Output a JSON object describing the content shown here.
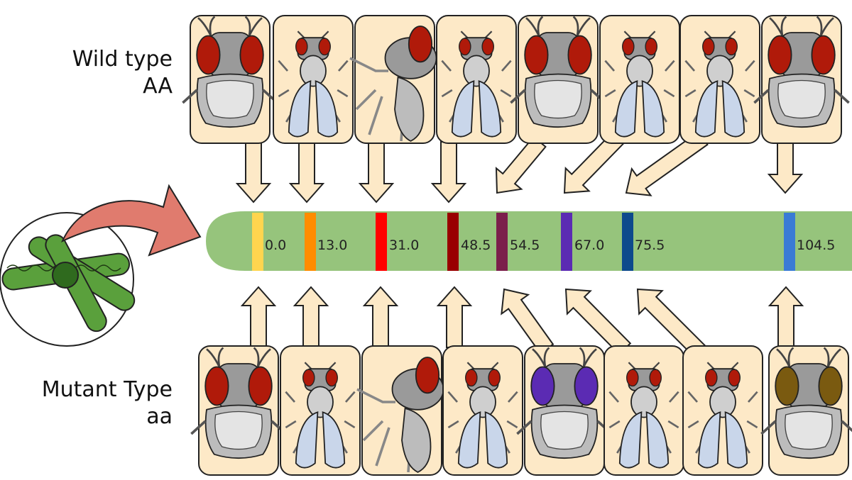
{
  "labels": {
    "wild_line1": "Wild type",
    "wild_line2": "AA",
    "mutant_line1": "Mutant Type",
    "mutant_line2": "aa"
  },
  "colors": {
    "panel_fill": "#fde9c7",
    "arrow_fill": "#fde9c7",
    "chromosome": "#96c47c",
    "curved_arrow": "#e07b6e"
  },
  "markers": [
    {
      "position": "0.0",
      "color": "#ffd54f"
    },
    {
      "position": "13.0",
      "color": "#ff8c00"
    },
    {
      "position": "31.0",
      "color": "#ff0000"
    },
    {
      "position": "48.5",
      "color": "#990000"
    },
    {
      "position": "54.5",
      "color": "#7b1f4b"
    },
    {
      "position": "67.0",
      "color": "#5b2bb3"
    },
    {
      "position": "75.5",
      "color": "#0d4a8c"
    },
    {
      "position": "104.5",
      "color": "#3a7bd5"
    }
  ],
  "wild_panels": [
    {
      "icon": "fly-head-aristae-icon"
    },
    {
      "icon": "fly-body-icon"
    },
    {
      "icon": "fly-side-legs-icon"
    },
    {
      "icon": "fly-wings-icon"
    },
    {
      "icon": "fly-head-icon"
    },
    {
      "icon": "fly-body-icon"
    },
    {
      "icon": "fly-body-icon"
    },
    {
      "icon": "fly-head-icon"
    }
  ],
  "mutant_panels": [
    {
      "icon": "fly-head-aristae-icon",
      "eye": "#b01a0a"
    },
    {
      "icon": "fly-curly-wings-icon",
      "eye": "#b01a0a"
    },
    {
      "icon": "fly-side-legs-icon",
      "eye": "#b01a0a"
    },
    {
      "icon": "fly-dark-body-icon",
      "eye": "#b01a0a"
    },
    {
      "icon": "fly-purple-eye-icon",
      "eye": "#5b2bb3"
    },
    {
      "icon": "fly-body-icon",
      "eye": "#b01a0a"
    },
    {
      "icon": "fly-spread-wings-icon",
      "eye": "#b01a0a"
    },
    {
      "icon": "fly-brown-eye-icon",
      "eye": "#7a5a10"
    }
  ]
}
